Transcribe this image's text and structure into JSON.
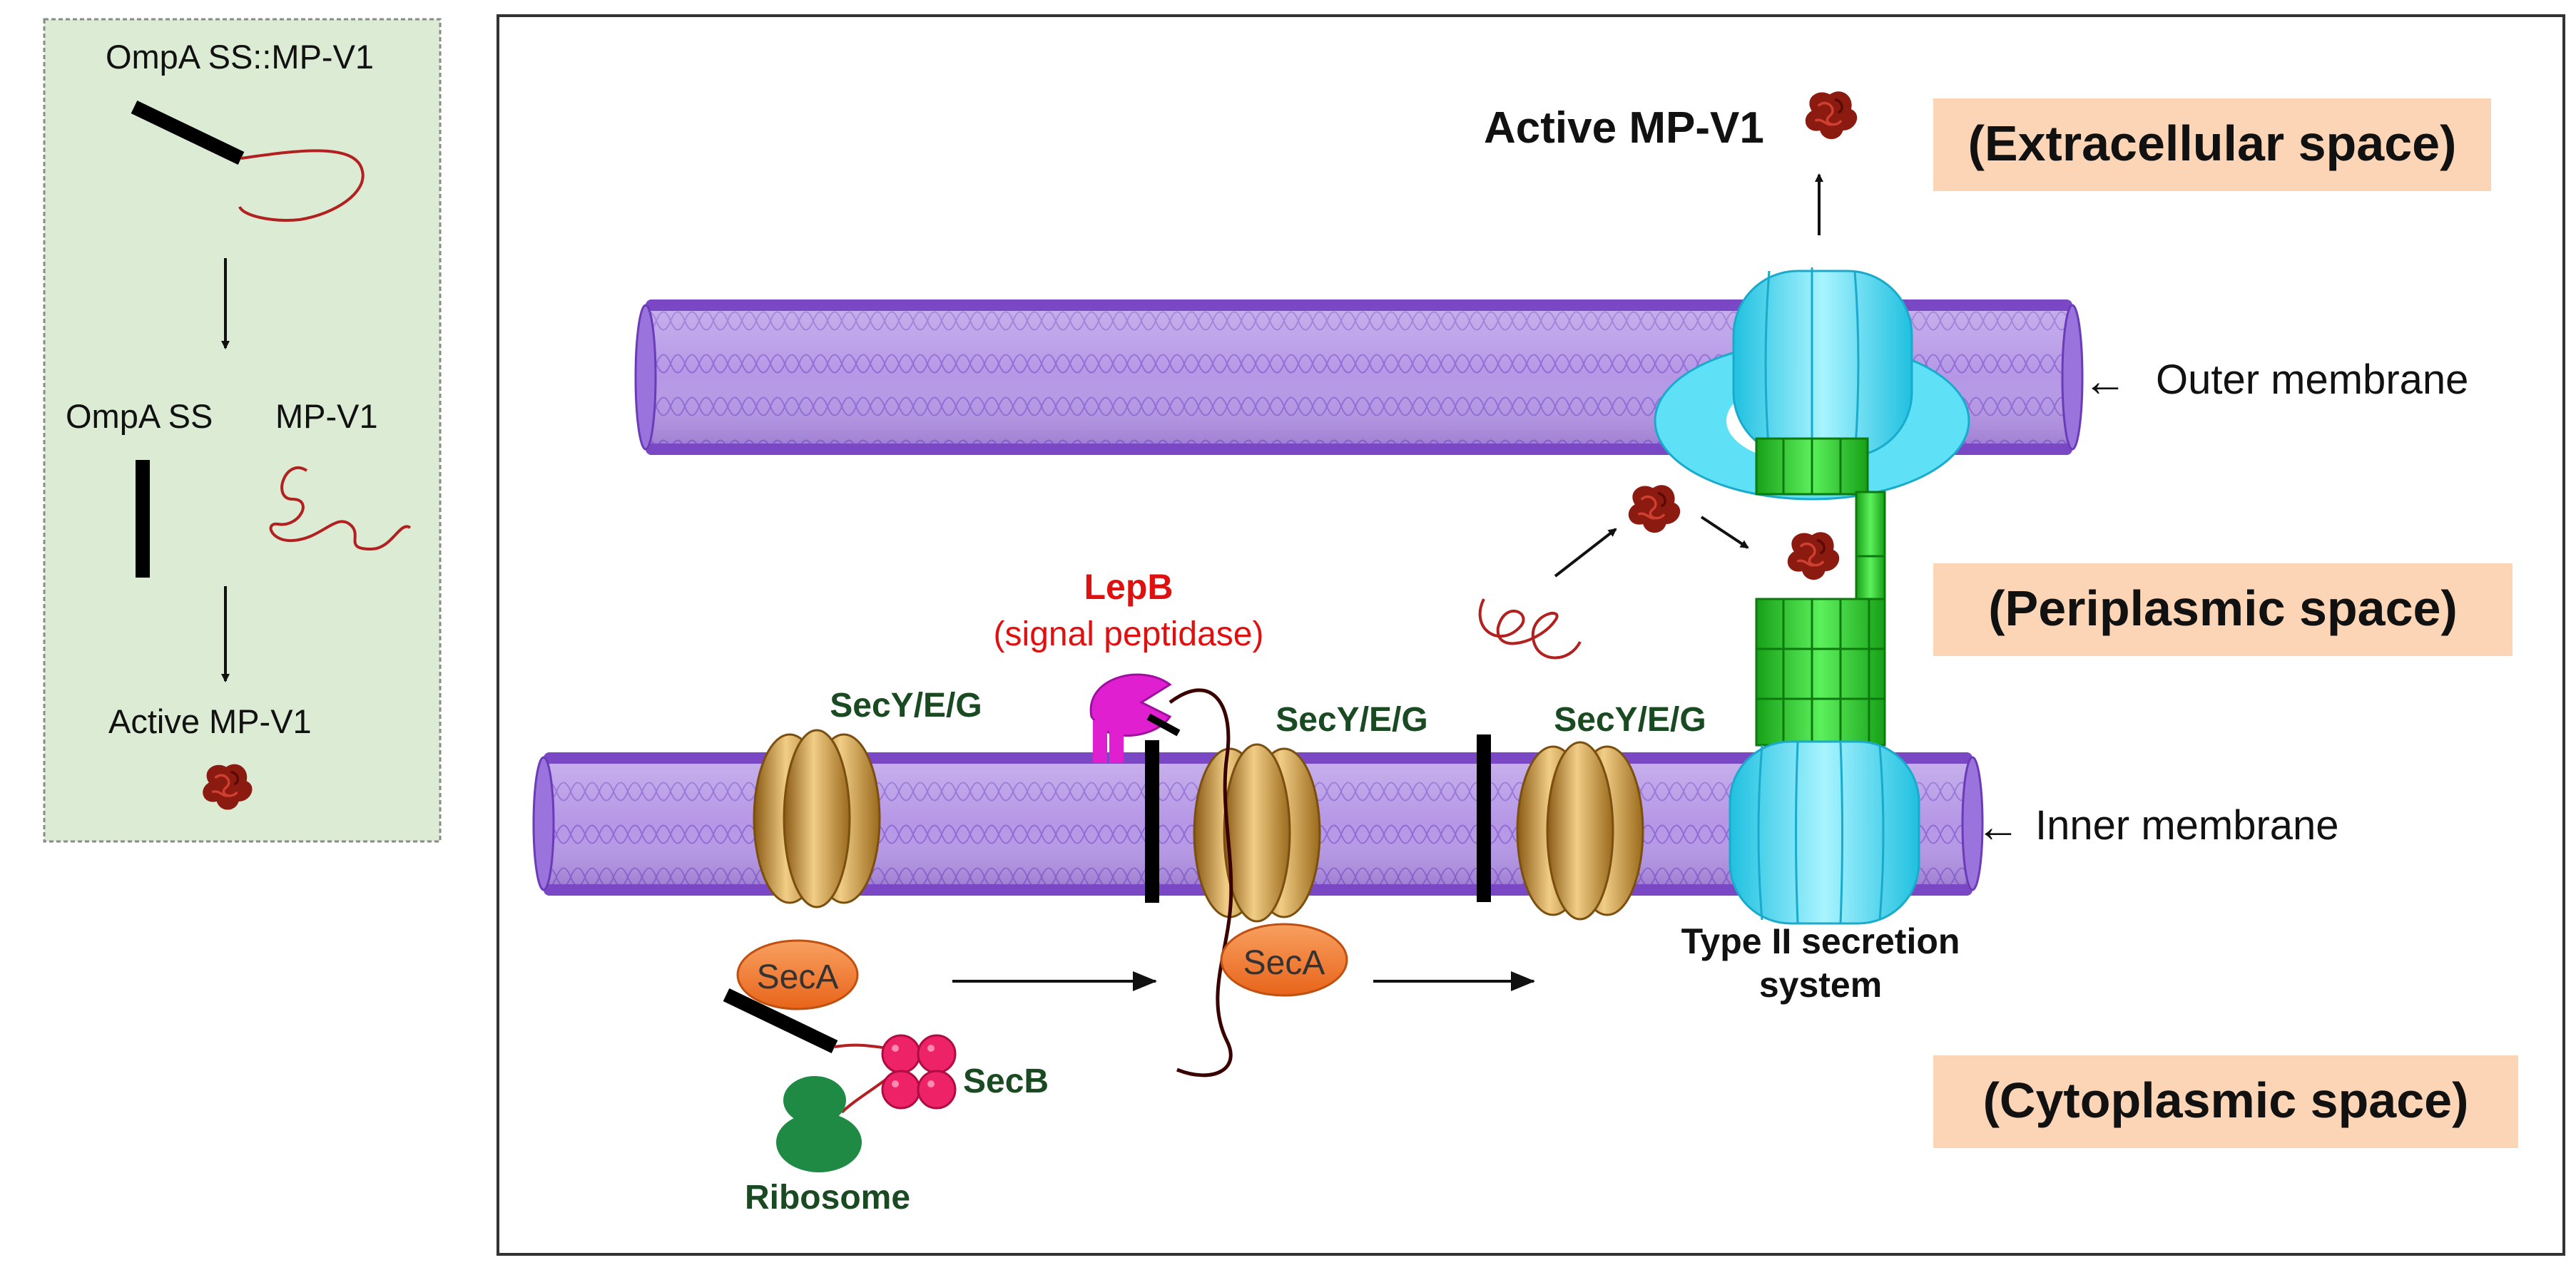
{
  "left_panel": {
    "title": "OmpA SS::MP-V1",
    "label_ompa_ss": "OmpA SS",
    "label_mpv1": "MP-V1",
    "label_active": "Active MP-V1"
  },
  "main_panel": {
    "spaces": {
      "extracellular": "(Extracellular space)",
      "periplasmic": "(Periplasmic space)",
      "cytoplasmic": "(Cytoplasmic space)"
    },
    "membranes": {
      "outer": "Outer membrane",
      "inner": "Inner membrane"
    },
    "active_product": "Active MP-V1",
    "lepb": {
      "name": "LepB",
      "role": "(signal peptidase)"
    },
    "translocon_label": "SecY/E/G",
    "seca_label": "SecA",
    "secb_label": "SecB",
    "ribosome_label": "Ribosome",
    "t2ss_label_line1": "Type II secretion",
    "t2ss_label_line2": "system"
  },
  "colors": {
    "left_panel_bg": "#dcebd4",
    "membrane": "#8a5fd0",
    "membrane_light": "#c8b2ee",
    "membrane_dark": "#5a2f9a",
    "space_label_bg": "#fbd5b5",
    "secyeg": "#c9963b",
    "seca": "#f08030",
    "secb": "#ee2266",
    "ribosome": "#1f8a44",
    "t2ss_cyan": "#3fd8f2",
    "t2ss_green": "#22cc22",
    "lepb": "#e020d0",
    "lepb_text": "#e01010",
    "mpv1": "#8b1a10",
    "label_dark_green": "#1a4a22"
  }
}
